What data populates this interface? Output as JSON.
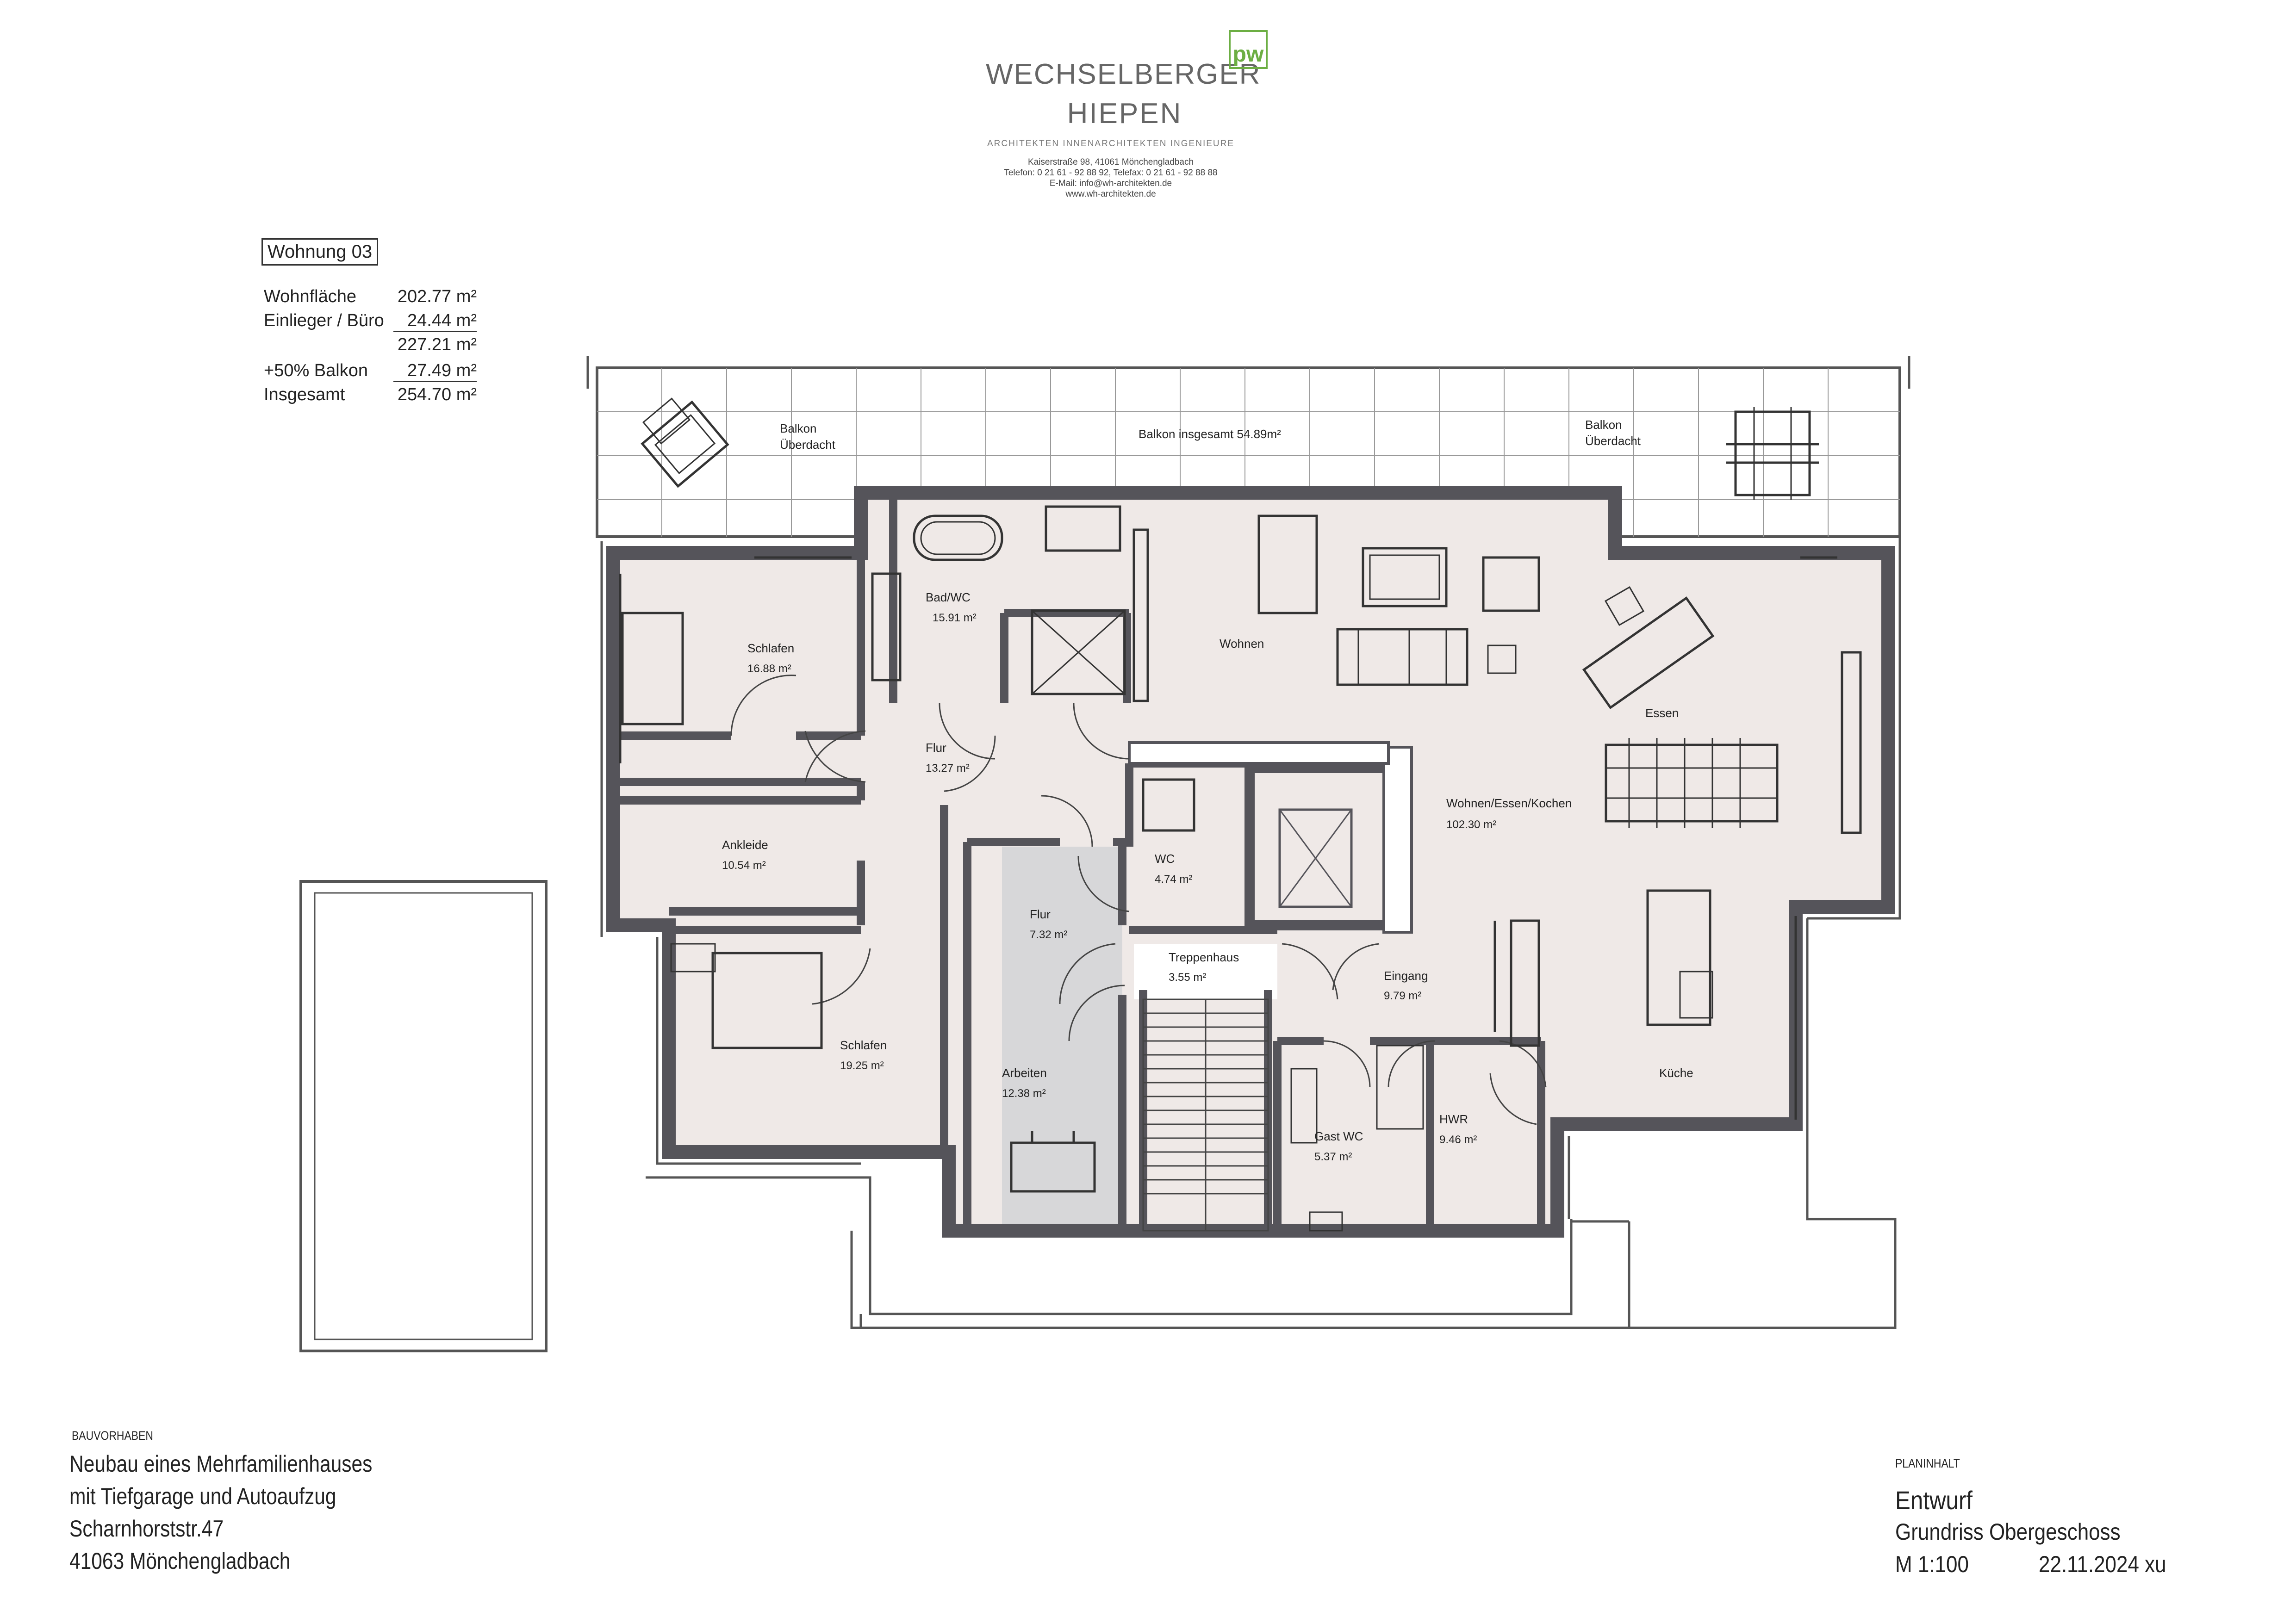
{
  "header": {
    "firm_line1": "WECHSELBERGER",
    "firm_line2": "HIEPEN",
    "logo_text": "pw",
    "disciplines": "ARCHITEKTEN   INNENARCHITEKTEN   INGENIEURE",
    "address": "Kaiserstraße 98, 41061 Mönchengladbach",
    "phone": "Telefon:  0 21 61 - 92 88 92, Telefax:  0 21 61 - 92 88 88",
    "email": "E-Mail:  info@wh-architekten.de",
    "web": "www.wh-architekten.de"
  },
  "area_table": {
    "apartment": "Wohnung 03",
    "rows": [
      {
        "label": "Wohnfläche",
        "value": "202.77 m²"
      },
      {
        "label": "Einlieger / Büro",
        "value": "24.44 m²"
      },
      {
        "label": "",
        "value": "227.21 m²"
      },
      {
        "label": "+50% Balkon",
        "value": "27.49 m²"
      },
      {
        "label": "Insgesamt",
        "value": "254.70 m²"
      }
    ]
  },
  "rooms": {
    "balkon_left": {
      "name": "Balkon",
      "name2": "Überdacht"
    },
    "balkon_total": {
      "name": "Balkon insgesamt 54.89m²"
    },
    "balkon_right": {
      "name": "Balkon",
      "name2": "Überdacht"
    },
    "bad": {
      "name": "Bad/WC",
      "area": "15.91 m²"
    },
    "schlafen1": {
      "name": "Schlafen",
      "area": "16.88 m²"
    },
    "wohnen": {
      "name": "Wohnen"
    },
    "essen": {
      "name": "Essen"
    },
    "flur1": {
      "name": "Flur",
      "area": "13.27 m²"
    },
    "ankleide": {
      "name": "Ankleide",
      "area": "10.54 m²"
    },
    "wc": {
      "name": "WC",
      "area": "4.74 m²"
    },
    "wek": {
      "name": "Wohnen/Essen/Kochen",
      "area": "102.30 m²"
    },
    "flur2": {
      "name": "Flur",
      "area": "7.32 m²"
    },
    "treppenhaus": {
      "name": "Treppenhaus",
      "area": "3.55 m²"
    },
    "eingang": {
      "name": "Eingang",
      "area": "9.79 m²"
    },
    "schlafen2": {
      "name": "Schlafen",
      "area": "19.25 m²"
    },
    "arbeiten": {
      "name": "Arbeiten",
      "area": "12.38 m²"
    },
    "gastwc": {
      "name": "Gast WC",
      "area": "5.37 m²"
    },
    "hwr": {
      "name": "HWR",
      "area": "9.46 m²"
    },
    "kueche": {
      "name": "Küche"
    }
  },
  "footer": {
    "project_label": "BAUVORHABEN",
    "project_lines": [
      "Neubau eines Mehrfamilienhauses",
      "mit Tiefgarage und Autoaufzug",
      "Scharnhorststr.47",
      "41063 Mönchengladbach"
    ],
    "plan_label": "PLANINHALT",
    "plan_title": "Entwurf",
    "plan_sub": "Grundriss Obergeschoss",
    "scale": "M 1:100",
    "date": "22.11.2024 xu"
  },
  "colors": {
    "wall": "#55545a",
    "floor": "#efe9e7",
    "office": "#d7d7d9",
    "logo_green": "#6cae43"
  }
}
